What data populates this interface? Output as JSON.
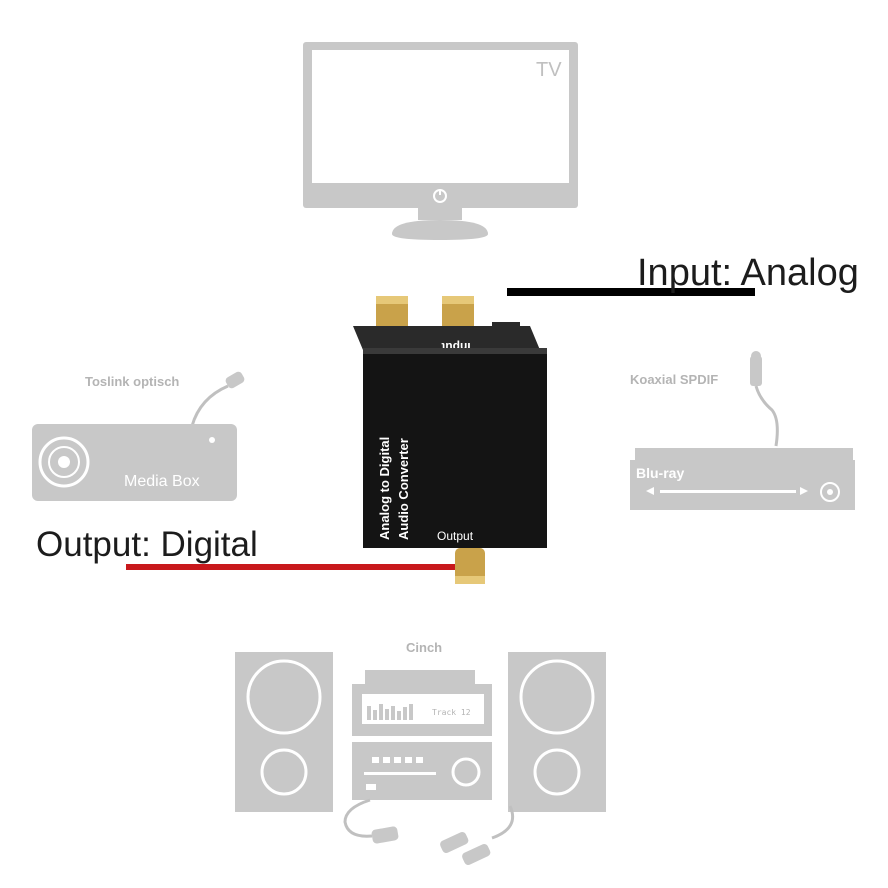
{
  "tv": {
    "label": "TV"
  },
  "input": {
    "label": "Input: Analog"
  },
  "output": {
    "label": "Output: Digital"
  },
  "converter": {
    "line1": "Analog to Digital",
    "line2": "Audio Converter",
    "input_port_label": "Input",
    "output_port_label": "Output"
  },
  "toslink": {
    "caption": "Toslink optisch",
    "device_label": "Media Box"
  },
  "coax": {
    "caption": "Koaxial SPDIF",
    "device_label": "Blu-ray"
  },
  "cinch": {
    "caption": "Cinch",
    "display_text": "Track 12"
  },
  "colors": {
    "device_gray": "#c8c8c8",
    "device_dark": "#b4b4b4",
    "input_line": "#000000",
    "output_line": "#c8181c",
    "converter_body": "#141414",
    "gold": "#c9a24a"
  }
}
